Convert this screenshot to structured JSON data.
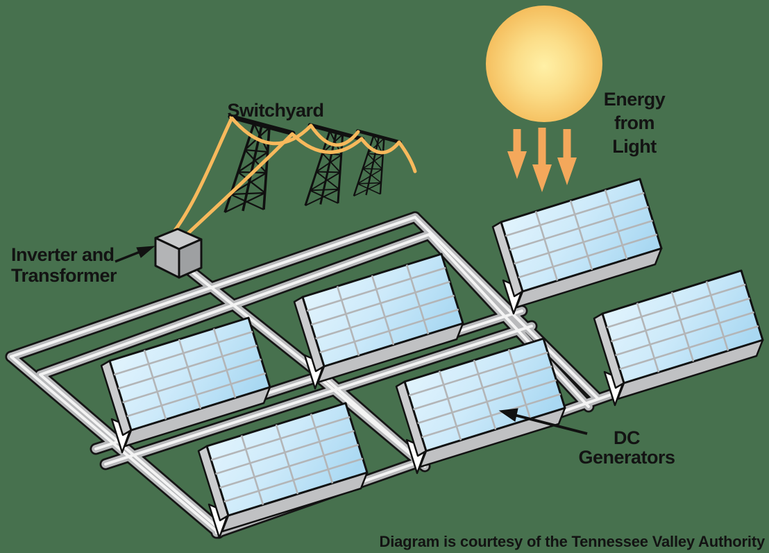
{
  "labels": {
    "switchyard": "Switchyard",
    "energy_from_light": [
      "Energy",
      "from",
      "Light"
    ],
    "inverter_transformer": [
      "Inverter and",
      "Transformer"
    ],
    "dc_generators": [
      "DC",
      "Generators"
    ],
    "credit": "Diagram is courtesy of the Tennessee Valley Authority"
  },
  "colors": {
    "background": "#47714E",
    "sun_center": "#FFEFA3",
    "sun_edge": "#F4BA58",
    "energy_arrow": "#F4A85B",
    "wire": "#F8B95C",
    "tower": "#101010",
    "panel_light": "#E9F7FE",
    "panel_dark": "#A9D8F2",
    "panel_grid": "#B3B5B7",
    "panel_side": "#C0C1C3",
    "pipe_outline": "#151515",
    "pipe_body": "#B9BABC",
    "pipe_highlight": "#F4F4F4",
    "label_text": "#131313"
  },
  "diagram": {
    "type": "diagram",
    "subject": "Solar photovoltaic power plant: sunlight hits DC generator panels, power flows through inverter and transformer to switchyard transmission towers",
    "solar_panel_count": 6,
    "transmission_tower_count": 3,
    "sunlight_arrow_count": 3,
    "panel_grid_columns": 4,
    "panel_grid_rows": 5
  }
}
